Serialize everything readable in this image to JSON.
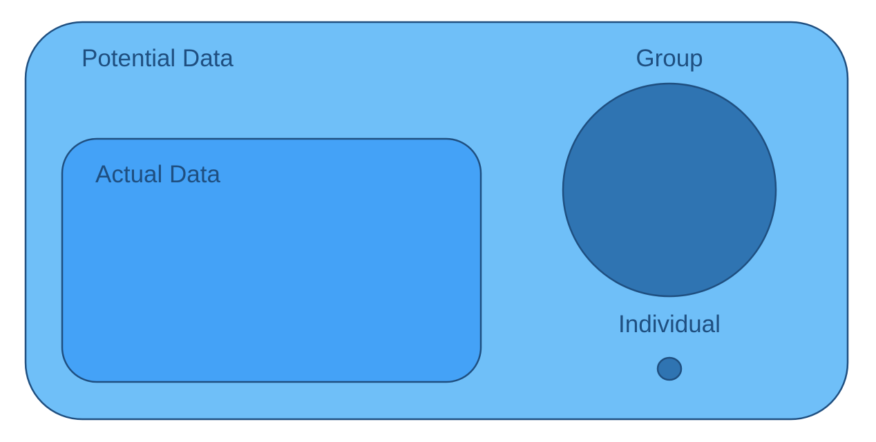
{
  "diagram": {
    "potential_data": {
      "label": "Potential Data",
      "fill": "#6fbff8",
      "stroke": "#1f4f80"
    },
    "actual_data": {
      "label": "Actual Data",
      "fill": "#44a2f7",
      "stroke": "#1f4f80"
    },
    "group": {
      "label": "Group",
      "fill": "#2f74b2",
      "stroke": "#1f4f80"
    },
    "individual": {
      "label": "Individual",
      "fill": "#2f74b2",
      "stroke": "#1f4f80"
    },
    "label_color": "#1f4f80"
  }
}
